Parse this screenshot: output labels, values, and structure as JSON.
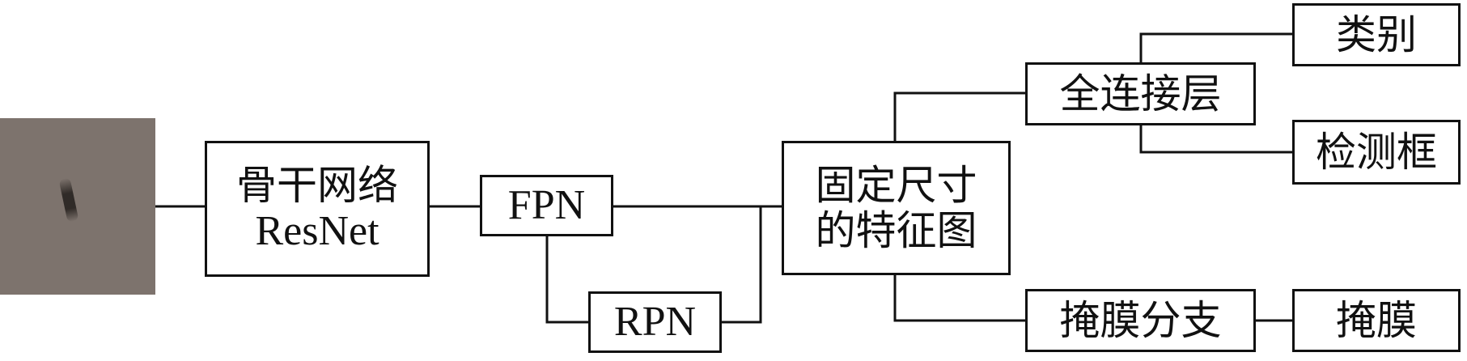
{
  "input_image": {
    "icon": "grayscale-input-image"
  },
  "nodes": {
    "backbone": {
      "line1": "骨干网络",
      "line2": "ResNet"
    },
    "fpn": "FPN",
    "rpn": "RPN",
    "feature_map": {
      "line1": "固定尺寸",
      "line2": "的特征图"
    },
    "fc_layer": "全连接层",
    "category": "类别",
    "bbox": "检测框",
    "mask_branch": "掩膜分支",
    "mask": "掩膜"
  }
}
